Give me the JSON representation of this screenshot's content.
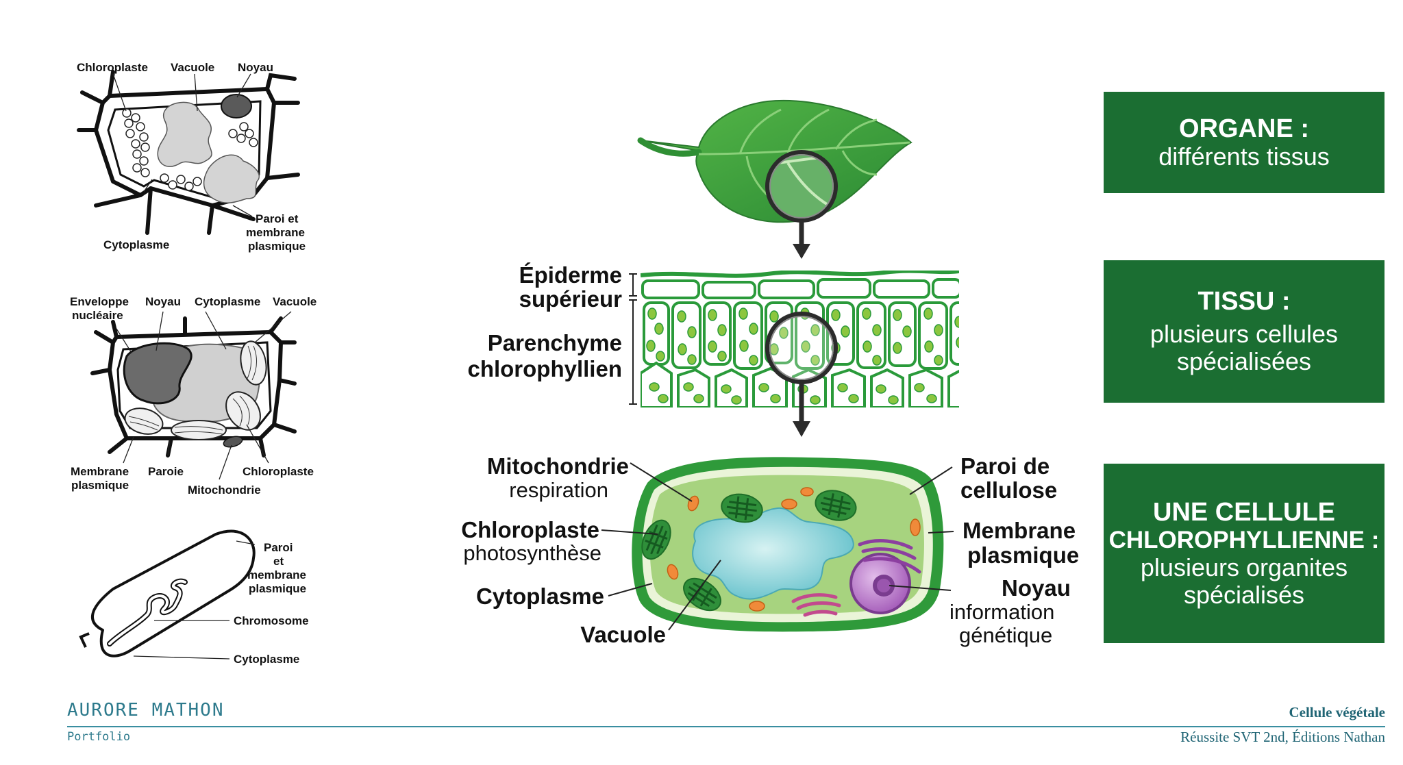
{
  "left_cell_1": {
    "labels": {
      "chloroplaste": "Chloroplaste",
      "vacuole": "Vacuole",
      "noyau": "Noyau",
      "paroi_1": "Paroi et",
      "paroi_2": "membrane",
      "paroi_3": "plasmique",
      "cytoplasme": "Cytoplasme"
    }
  },
  "left_cell_2": {
    "labels": {
      "enveloppe_1": "Enveloppe",
      "enveloppe_2": "nucléaire",
      "noyau": "Noyau",
      "cytoplasme": "Cytoplasme",
      "vacuole": "Vacuole",
      "membrane_1": "Membrane",
      "membrane_2": "plasmique",
      "paroie": "Paroie",
      "chloroplaste": "Chloroplaste",
      "mitochondrie": "Mitochondrie"
    }
  },
  "left_cell_3": {
    "labels": {
      "paroi_1": "Paroi",
      "paroi_2": "et",
      "paroi_3": "membrane",
      "paroi_4": "plasmique",
      "chromosome": "Chromosome",
      "cytoplasme": "Cytoplasme"
    }
  },
  "tissue": {
    "epiderme_1": "Épiderme",
    "epiderme_2": "supérieur",
    "parenchyme_1": "Parenchyme",
    "parenchyme_2": "chlorophyllien"
  },
  "cell": {
    "mitochondrie": "Mitochondrie",
    "mitochondrie_role": "respiration",
    "chloroplaste": "Chloroplaste",
    "chloroplaste_role": "photosynthèse",
    "cytoplasme": "Cytoplasme",
    "vacuole": "Vacuole",
    "paroi_1": "Paroi de",
    "paroi_2": "cellulose",
    "membrane_1": "Membrane",
    "membrane_2": "plasmique",
    "noyau": "Noyau",
    "noyau_role_1": "information",
    "noyau_role_2": "génétique"
  },
  "boxes": {
    "organe_title": "ORGANE :",
    "organe_text": "différents tissus",
    "tissu_title": "TISSU :",
    "tissu_text_1": "plusieurs cellules",
    "tissu_text_2": "spécialisées",
    "cellule_title_1": "UNE CELLULE",
    "cellule_title_2": "CHLOROPHYLLIENNE :",
    "cellule_text_1": "plusieurs organites",
    "cellule_text_2": "spécialisés"
  },
  "footer": {
    "author": "AURORE MATHON",
    "portfolio": "Portfolio",
    "title": "Cellule végétale",
    "subtitle": "Réussite SVT 2nd, Éditions Nathan"
  },
  "colors": {
    "box_green": "#1b6e32",
    "leaf_green": "#3f9b3a",
    "cell_green": "#2f9a3a",
    "cytoplasm": "#a7d37f",
    "vacuole": "#8fd3d8",
    "nucleus": "#b77ac8",
    "mitochondria": "#f08a3a"
  }
}
